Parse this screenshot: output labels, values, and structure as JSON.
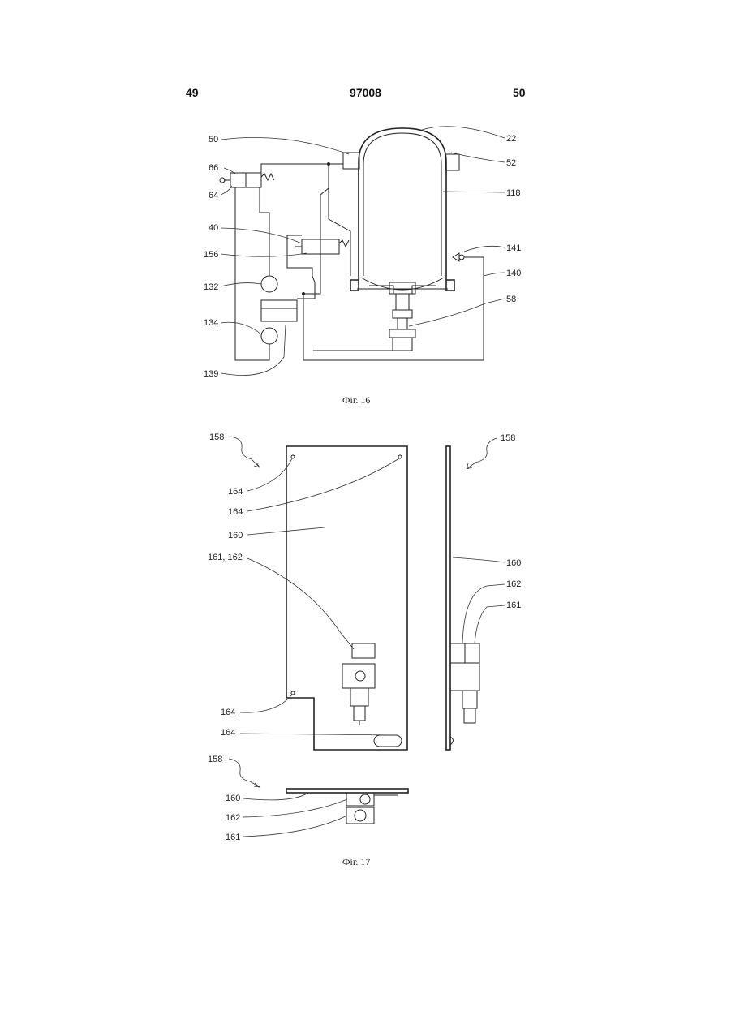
{
  "header": {
    "left": "49",
    "center": "97008",
    "right": "50"
  },
  "fig16": {
    "caption": "Фіг. 16",
    "labels": {
      "l50": "50",
      "l22": "22",
      "l52": "52",
      "l66": "66",
      "l64": "64",
      "l118": "118",
      "l40": "40",
      "l141": "141",
      "l156": "156",
      "l140": "140",
      "l132": "132",
      "l58": "58",
      "l134": "134",
      "l139": "139"
    }
  },
  "fig17": {
    "caption": "Фіг. 17",
    "labels": {
      "l158a": "158",
      "l158b": "158",
      "l158c": "158",
      "l164a": "164",
      "l164b": "164",
      "l164c": "164",
      "l164d": "164",
      "l160a": "160",
      "l160b": "160",
      "l160c": "160",
      "l161162": "161, 162",
      "l162a": "162",
      "l161a": "161",
      "l162b": "162",
      "l161b": "161"
    }
  }
}
